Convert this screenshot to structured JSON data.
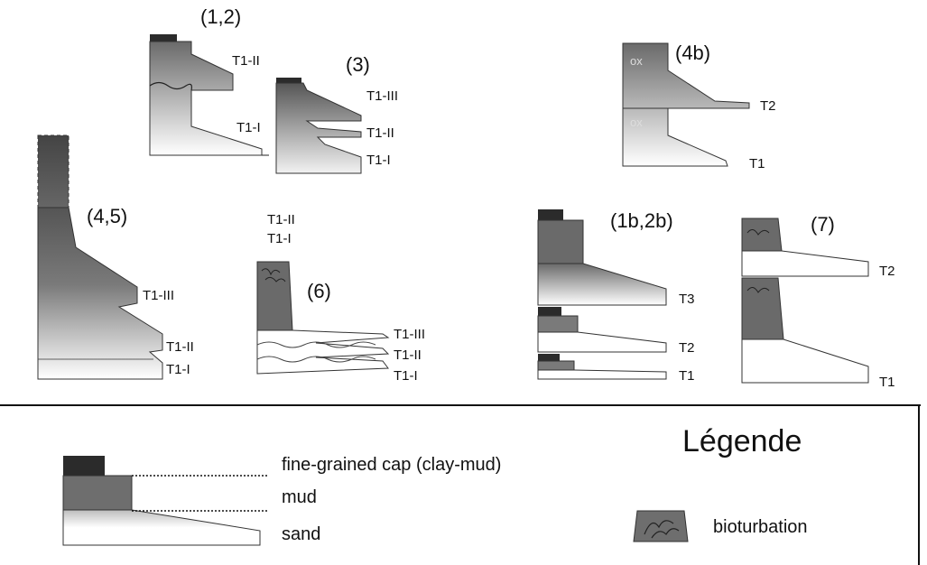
{
  "diagrams": {
    "d12": {
      "label": "(1,2)",
      "t_upper": "T1-II",
      "t_lower": "T1-I"
    },
    "d3": {
      "label": "(3)",
      "t3": "T1-III",
      "t2": "T1-II",
      "t1": "T1-I"
    },
    "d4b": {
      "label": "(4b)",
      "ox_upper": "ox",
      "ox_lower": "ox",
      "t2": "T2",
      "t1": "T1"
    },
    "d45": {
      "label": "(4,5)",
      "t3": "T1-III",
      "t2": "T1-II",
      "t1": "T1-I"
    },
    "d6": {
      "label": "(6)",
      "top_t2": "T1-II",
      "top_t1": "T1-I",
      "t3": "T1-III",
      "t2": "T1-II",
      "t1": "T1-I"
    },
    "d1b2b": {
      "label": "(1b,2b)",
      "t3": "T3",
      "t2": "T2",
      "t1": "T1"
    },
    "d7": {
      "label": "(7)",
      "t2": "T2",
      "t1": "T1"
    }
  },
  "legend": {
    "title": "Légende",
    "cap": "fine-grained cap (clay-mud)",
    "mud": "mud",
    "sand": "sand",
    "bioturbation": "bioturbation"
  },
  "colors": {
    "cap": "#2b2b2b",
    "mud": "#6e6e6e",
    "sand": "#ffffff",
    "outline": "#111111"
  }
}
